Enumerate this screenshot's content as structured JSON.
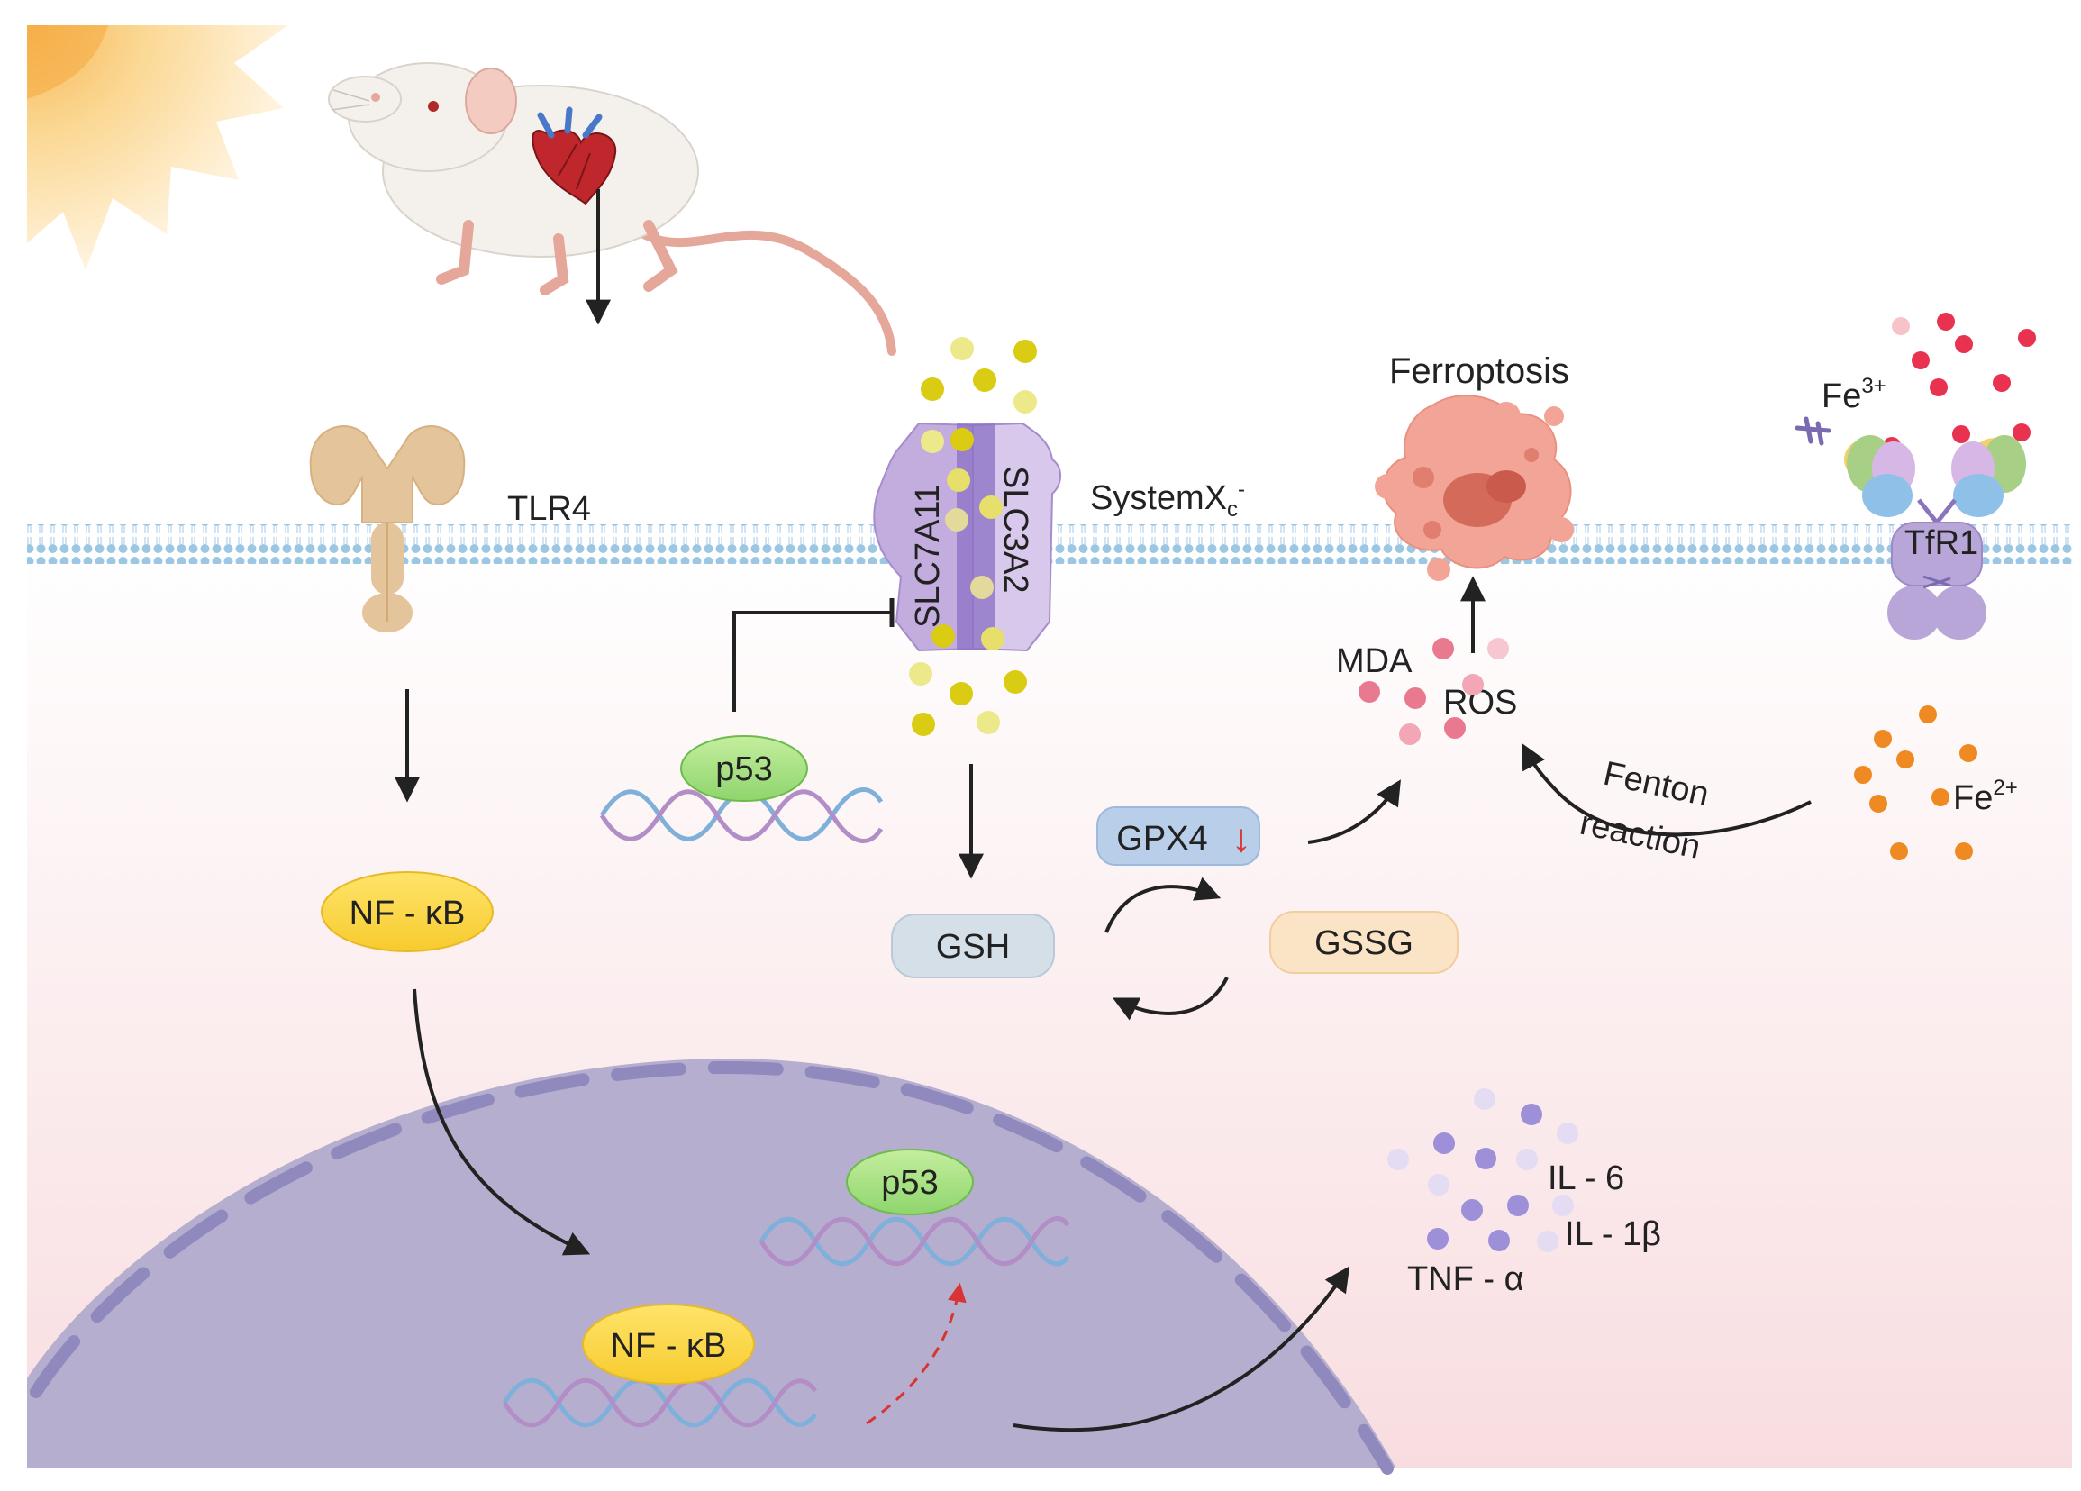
{
  "labels": {
    "tlr4": "TLR4",
    "slc7a11": "SLC7A11",
    "slc3a2": "SLC3A2",
    "systemxc_main": "SystemX",
    "systemxc_sub": "c",
    "systemxc_sup": "-",
    "ferroptosis": "Ferroptosis",
    "fe3_main": "Fe",
    "fe3_sup": "3+",
    "tfr1": "TfR1",
    "mda": "MDA",
    "ros": "ROS",
    "fenton_1": "Fenton",
    "fenton_2": "reaction",
    "fe2_main": "Fe",
    "fe2_sup": "2+",
    "p53_top": "p53",
    "p53_nucleus": "p53",
    "gpx4": "GPX4",
    "gpx4_arrow": "↓",
    "gsh": "GSH",
    "gssg": "GSSG",
    "nfkb_cytoplasm": "NF - κB",
    "nfkb_nucleus": "NF - κB",
    "il6": "IL - 6",
    "il1b": "IL - 1β",
    "tnfa": "TNF - α"
  },
  "colors": {
    "membrane_head": "#9cc7e3",
    "cytoplasm_top": "#ffffff",
    "cytoplasm_bottom": "#f8dde0",
    "nucleus": "#b5aecf",
    "nucleus_edge": "#8f89bd",
    "cystine_dot": "#d9cc12",
    "ros_dot": "#e8798f",
    "fe3_dot": "#e8324f",
    "fe2_dot": "#ef8a22",
    "cytokine_dot": "#9d8fd8",
    "inhibition_arrow": "#d93434",
    "tlr4": "#e4c49a",
    "nfkb": "#fbd83f",
    "p53": "#9bdc7d",
    "gpx4_box": "#b9cfe9",
    "gsh_box": "#d4dfe8",
    "gssg_box": "#fbe3c6",
    "sun": "#f8c165"
  },
  "icons": [
    "sun-icon",
    "mouse-icon",
    "heart-icon",
    "tlr4-receptor-icon",
    "systemxc-transporter-icon",
    "ferroptotic-cell-icon",
    "tfr1-receptor-icon",
    "dna-icon"
  ]
}
